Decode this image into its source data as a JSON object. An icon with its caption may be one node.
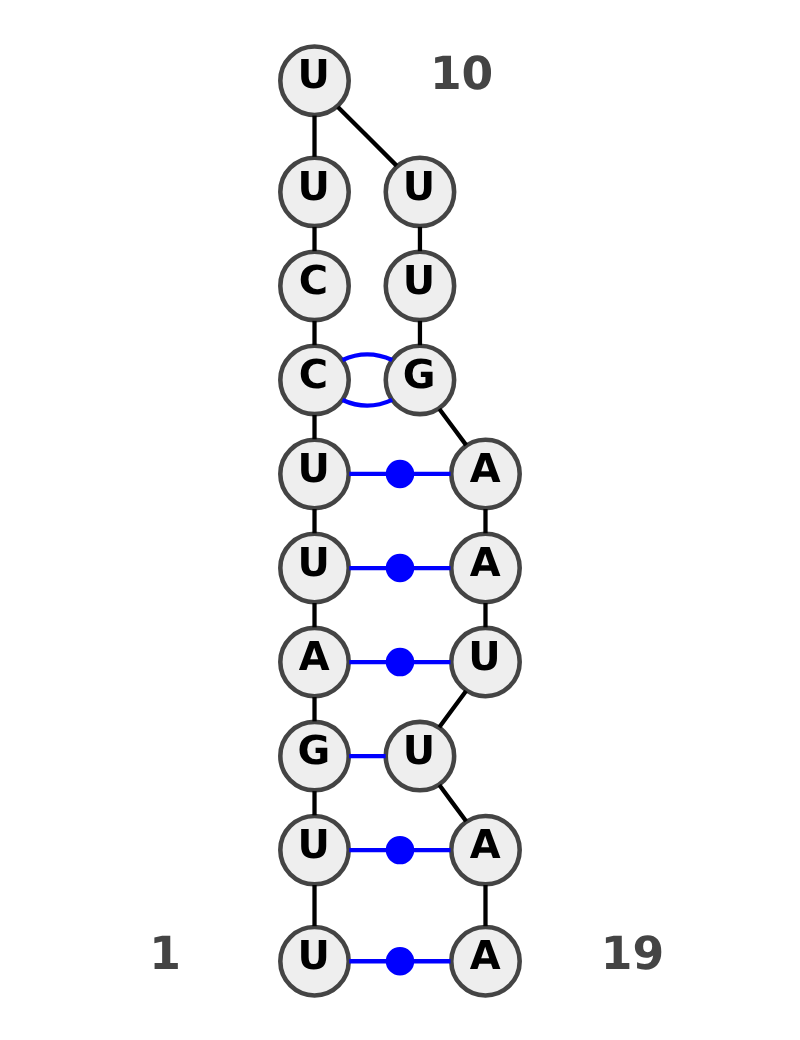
{
  "diagram": {
    "nodes": [
      {
        "text": [
          "U"
        ]
      },
      {
        "text": [
          "U"
        ]
      },
      {
        "text": [
          "G"
        ]
      },
      {
        "text": [
          "A"
        ]
      },
      {
        "text": [
          "U"
        ]
      },
      {
        "text": [
          "U"
        ]
      },
      {
        "text": [
          "C"
        ]
      },
      {
        "text": [
          "C"
        ]
      },
      {
        "text": [
          "U"
        ]
      },
      {
        "text": [
          "U"
        ]
      },
      {
        "text": [
          "U"
        ]
      },
      {
        "text": [
          "U"
        ]
      },
      {
        "text": [
          "G"
        ]
      },
      {
        "text": [
          "A"
        ]
      },
      {
        "text": [
          "A"
        ]
      },
      {
        "text": [
          "U"
        ]
      },
      {
        "text": [
          "U"
        ]
      },
      {
        "text": [
          "A"
        ]
      },
      {
        "text": [
          "A"
        ]
      },
      {
        "text": [],
        "shape": "circle"
      },
      {
        "text": [],
        "shape": "circle"
      },
      {
        "text": [],
        "shape": "circle"
      },
      {
        "text": [],
        "shape": "circle"
      },
      {
        "text": [],
        "shape": "circle"
      }
    ],
    "edges": [
      {
        "from": 0,
        "to": 1,
        "arrow": "none"
      },
      {
        "from": 1,
        "to": 2,
        "arrow": "none"
      },
      {
        "from": 2,
        "to": 3,
        "arrow": "none"
      },
      {
        "from": 3,
        "to": 4,
        "arrow": "none"
      },
      {
        "from": 4,
        "to": 5,
        "arrow": "none"
      },
      {
        "from": 5,
        "to": 6,
        "arrow": "none"
      },
      {
        "from": 6,
        "to": 7,
        "arrow": "none"
      },
      {
        "from": 7,
        "to": 8,
        "arrow": "none"
      },
      {
        "from": 8,
        "to": 9,
        "arrow": "none"
      },
      {
        "from": 9,
        "to": 10,
        "arrow": "none"
      },
      {
        "from": 10,
        "to": 11,
        "arrow": "none"
      },
      {
        "from": 11,
        "to": 12,
        "arrow": "none"
      },
      {
        "from": 12,
        "to": 13,
        "arrow": "none"
      },
      {
        "from": 13,
        "to": 14,
        "arrow": "none"
      },
      {
        "from": 14,
        "to": 15,
        "arrow": "none"
      },
      {
        "from": 15,
        "to": 16,
        "arrow": "none"
      },
      {
        "from": 16,
        "to": 17,
        "arrow": "none"
      },
      {
        "from": 17,
        "to": 18,
        "arrow": "none"
      },
      {
        "from": 6,
        "to": 12,
        "arrow": "none",
        "color": "#0000ff"
      },
      {
        "from": 6,
        "to": 12,
        "arrow": "none",
        "color": "#0000ff"
      },
      {
        "from": 5,
        "to": 19,
        "arrow": "none",
        "color": "#0000ff"
      },
      {
        "from": 19,
        "to": 13,
        "arrow": "none",
        "color": "#0000ff"
      },
      {
        "from": 4,
        "to": 20,
        "arrow": "none",
        "color": "#0000ff"
      },
      {
        "from": 20,
        "to": 14,
        "arrow": "none",
        "color": "#0000ff"
      },
      {
        "from": 3,
        "to": 21,
        "arrow": "none",
        "color": "#0000ff"
      },
      {
        "from": 21,
        "to": 15,
        "arrow": "none",
        "color": "#0000ff"
      },
      {
        "from": 2,
        "to": 16,
        "arrow": "none",
        "color": "#0000ff"
      },
      {
        "from": 1,
        "to": 22,
        "arrow": "none",
        "color": "#0000ff"
      },
      {
        "from": 22,
        "to": 17,
        "arrow": "none",
        "color": "#0000ff"
      },
      {
        "from": 0,
        "to": 23,
        "arrow": "none",
        "color": "#0000ff"
      },
      {
        "from": 23,
        "to": 18,
        "arrow": "none",
        "color": "#0000ff"
      }
    ],
    "labels": [
      "10",
      "1",
      "19"
    ]
  }
}
